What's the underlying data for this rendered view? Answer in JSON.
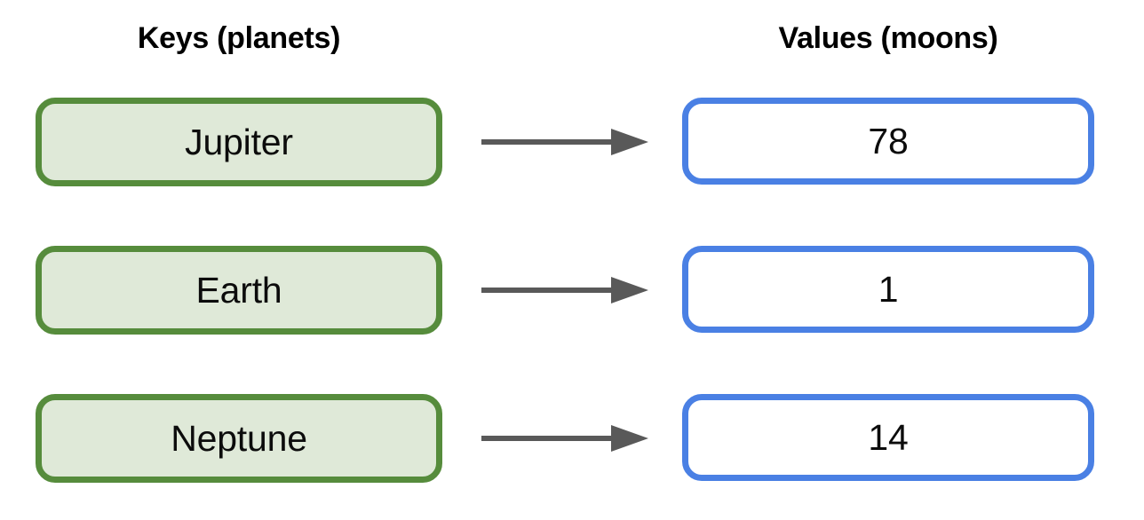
{
  "diagram": {
    "type": "key-value-mapping",
    "columns": {
      "keys_heading": "Keys (planets)",
      "values_heading": "Values (moons)"
    },
    "colors": {
      "key_border": "#568c3c",
      "key_fill": "#dfe9d8",
      "value_border": "#4a80e4",
      "value_fill": "#ffffff",
      "arrow": "#595959",
      "text": "#0c0c0c",
      "background": "#ffffff"
    },
    "pairs": [
      {
        "key": "Jupiter",
        "value": "78",
        "connector": "arrow-right-icon"
      },
      {
        "key": "Earth",
        "value": "1",
        "connector": "arrow-right-icon"
      },
      {
        "key": "Neptune",
        "value": "14",
        "connector": "arrow-right-icon"
      }
    ]
  }
}
